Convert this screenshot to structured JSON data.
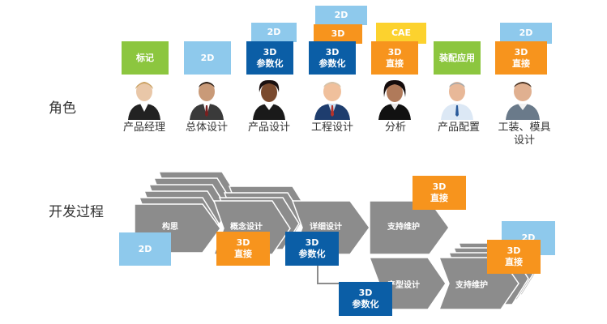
{
  "row_labels": {
    "roles": "角色",
    "process": "开发过程"
  },
  "roles": [
    {
      "name": "产品经理",
      "tag": "标记"
    },
    {
      "name": "总体设计",
      "tag": "2D"
    },
    {
      "name": "产品设计",
      "tag": "2D",
      "tag2": "3D\n参数化"
    },
    {
      "name": "工程设计",
      "tag": "2D",
      "tag2": "3D",
      "tag3": "3D\n参数化"
    },
    {
      "name": "分析",
      "tag": "CAE",
      "tag2": "3D\n直接"
    },
    {
      "name": "产品配置",
      "tag": "装配应用"
    },
    {
      "name": "工装、模具\n设计",
      "tag": "2D",
      "tag2": "3D\n直接"
    }
  ],
  "process": {
    "steps": [
      "构思",
      "概念设计",
      "详细设计",
      "支持维护",
      "产型设计",
      "支持维护"
    ],
    "boxes": {
      "b2d_left": "2D",
      "b3d_concept": "3D\n直接",
      "b3d_detail": "3D\n参数化",
      "b3d_support_top": "3D\n直接",
      "b3d_bottom": "3D\n参数化",
      "b2d_right": "2D",
      "b3d_right": "3D\n直接"
    }
  },
  "colors": {
    "light_blue": "#8ec9ec",
    "dark_blue": "#0b5ea6",
    "orange": "#f7941d",
    "green": "#8cc63f",
    "yellow": "#fcd22e",
    "arrow_gray": "#8c8c8c"
  }
}
